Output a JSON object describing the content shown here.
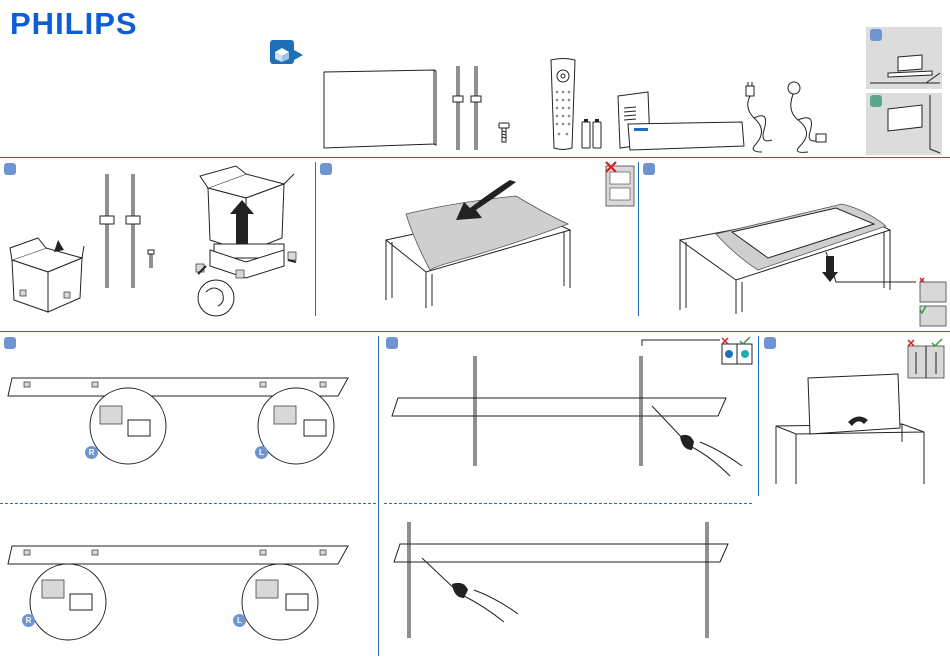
{
  "brand": {
    "name": "PHILIPS",
    "color": "#0b5ed7"
  },
  "accent": "#6e95cf",
  "divider_color": "#1e6fb8",
  "mount_options": [
    {
      "name": "table-stand-option",
      "color": "#6e95cf"
    },
    {
      "name": "wall-mount-option",
      "color": "#5aa88f"
    }
  ],
  "side_labels": {
    "right": "R",
    "left": "L"
  },
  "icons": {
    "unbox": "box-open-icon",
    "do_not": "cross-mark-icon",
    "ok": "check-mark-icon"
  }
}
